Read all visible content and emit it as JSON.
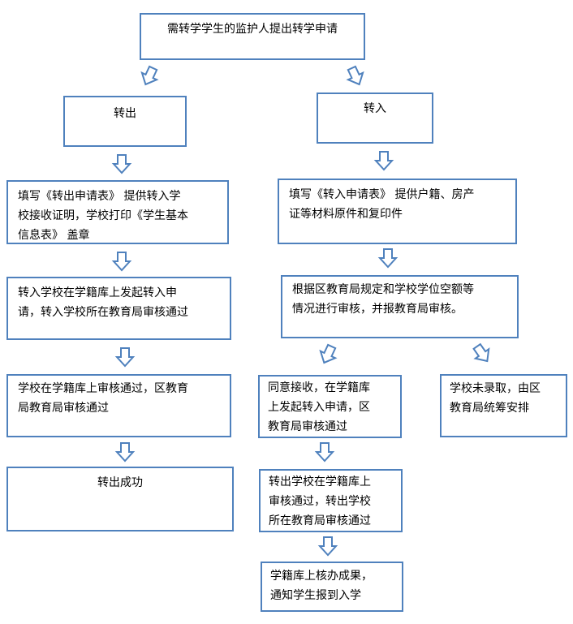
{
  "colors": {
    "border": "#4f81bd",
    "arrow_stroke": "#4f81bd",
    "arrow_fill": "#ffffff"
  },
  "boxes": {
    "root": "需转学学生的监护人提出转学申请",
    "out_head": "转出",
    "in_head": "转入",
    "out1": "填写《转出申请表》 提供转入学\n校接收证明，学校打印《学生基本\n信息表》 盖章",
    "out2": "转入学校在学籍库上发起转入申\n请，转入学校所在教育局审核通过",
    "out3": "学校在学籍库上审核通过，区教育\n局教育局审核通过",
    "out4": "转出成功",
    "in1": "填写《转入申请表》 提供户籍、房产\n证等材料原件和复印件",
    "in2": "根据区教育局规定和学校学位空额等\n情况进行审核，并报教育局审核。",
    "in_yes1": "同意接收，在学籍库\n上发起转入申请，区\n教育局审核通过",
    "in_no": "学校未录取，由区\n教育局统筹安排",
    "in_yes2": "转出学校在学籍库上\n审核通过，转出学校\n所在教育局审核通过",
    "in_yes3": "学籍库上核办成果，\n通知学生报到入学"
  }
}
